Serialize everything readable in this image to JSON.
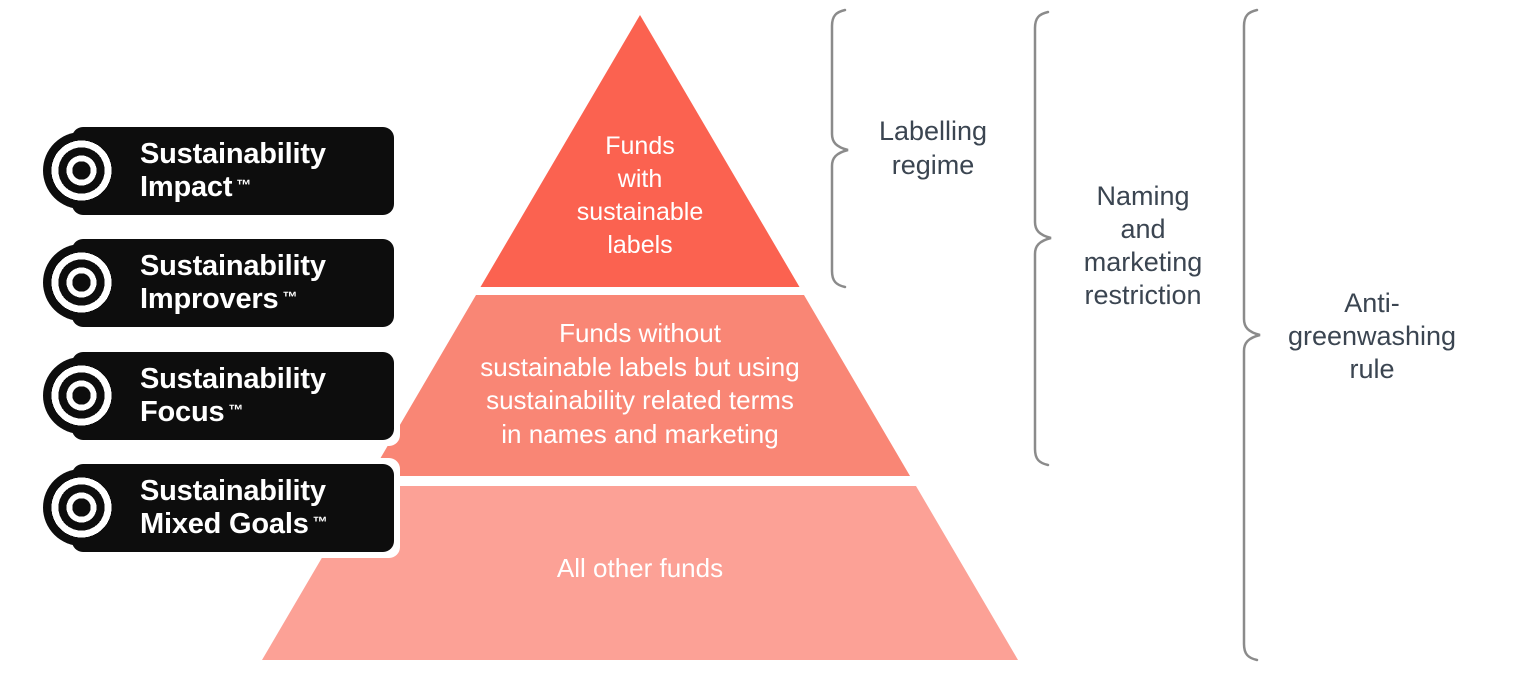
{
  "badges": [
    {
      "line1": "Sustainability",
      "line2": "Impact",
      "tm": "™"
    },
    {
      "line1": "Sustainability",
      "line2": "Improvers",
      "tm": "™"
    },
    {
      "line1": "Sustainability",
      "line2": "Focus",
      "tm": "™"
    },
    {
      "line1": "Sustainability",
      "line2": "Mixed Goals",
      "tm": "™"
    }
  ],
  "pyramid": {
    "tiers": [
      {
        "name": "top",
        "label": "Funds\nwith\nsustainable\nlabels",
        "color": "#fb6250"
      },
      {
        "name": "middle",
        "label": "Funds without\nsustainable labels but using\nsustainability related terms\nin names and marketing",
        "color": "#f98675"
      },
      {
        "name": "bottom",
        "label": "All other funds",
        "color": "#fca196"
      }
    ]
  },
  "annotations": [
    {
      "label": "Labelling\nregime"
    },
    {
      "label": "Naming\nand\nmarketing\nrestriction"
    },
    {
      "label": "Anti-\ngreenwashing\nrule"
    }
  ],
  "colors": {
    "tier_top": "#fb6250",
    "tier_middle": "#f98675",
    "tier_bottom": "#fca196",
    "badge_background": "#0d0d0d",
    "badge_text": "#ffffff",
    "annotation_text": "#3b4551",
    "brace_stroke": "#8b8b8b"
  }
}
